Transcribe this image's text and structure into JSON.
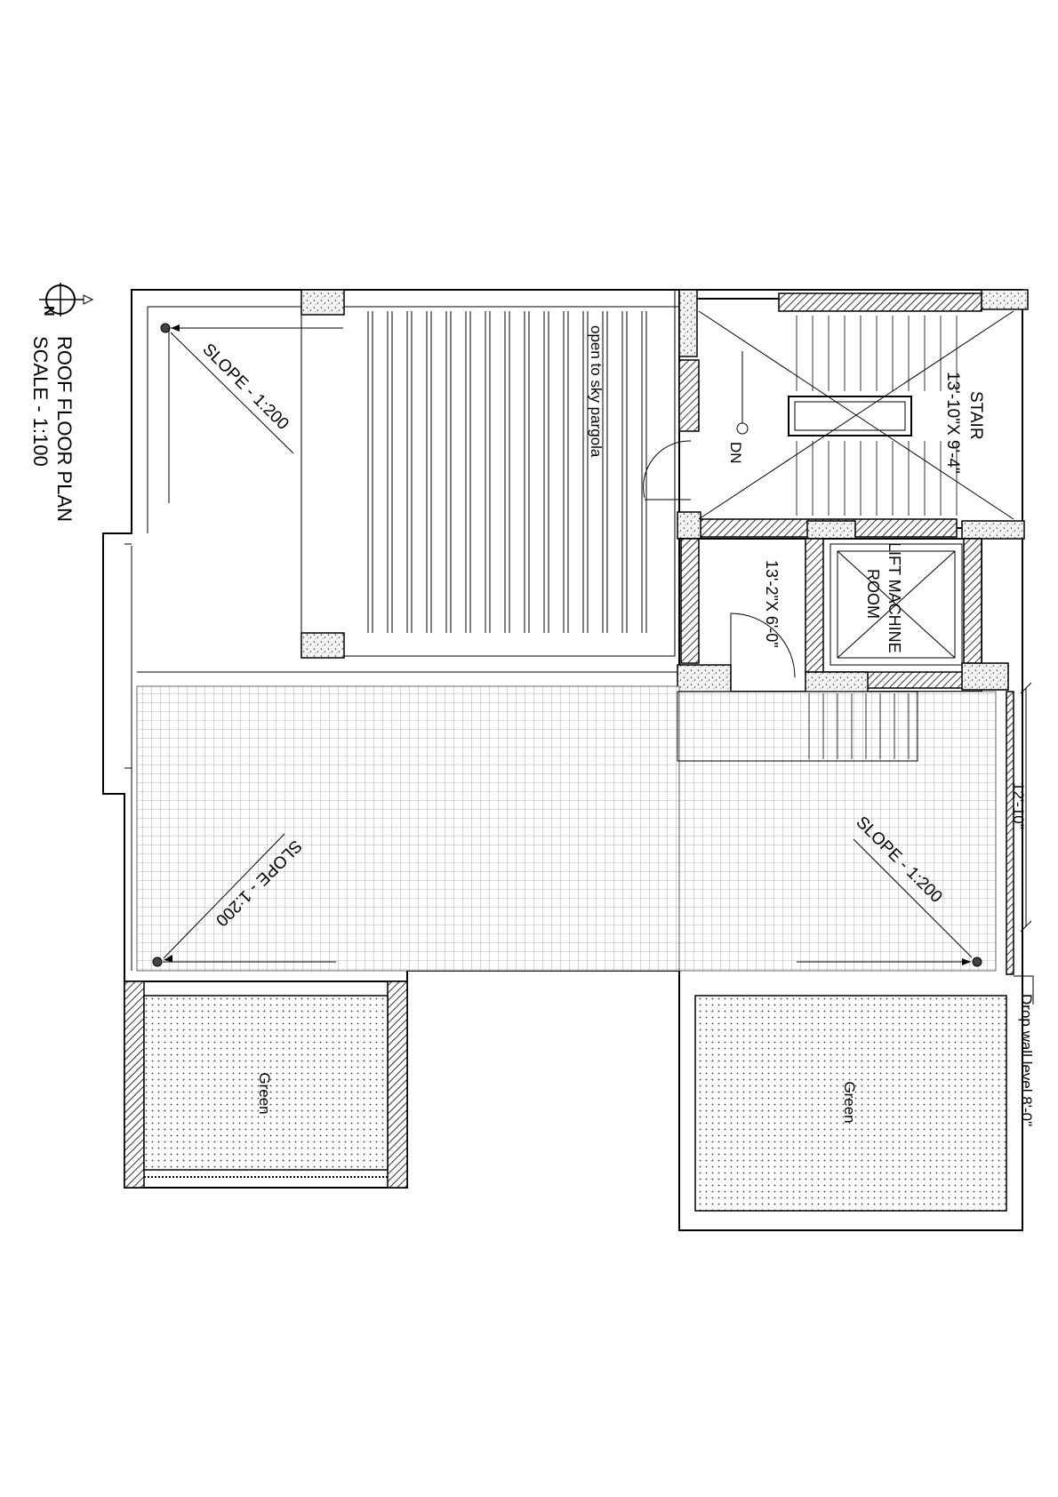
{
  "drawing": {
    "title": "ROOF FLOOR PLAN",
    "scale": "SCALE - 1:100",
    "north_mark": "N"
  },
  "labels": {
    "slope_top_left": "SLOPE - 1:200",
    "slope_bottom_left": "SLOPE - 1:200",
    "slope_bottom_right": "SLOPE - 1:200",
    "pergola": "open to sky pargola",
    "stair_name": "STAIR",
    "stair_size": "13'-10\"X 9'-4\"",
    "dn": "DN",
    "lift_line1": "LIFT MACHINE",
    "lift_line2": "ROOM",
    "lift_size": "13'-2\"X 6'-0\"",
    "dimension": "12'-10\"",
    "drop_wall": "Drop wall level 8'-0\"",
    "green_left": "Green",
    "green_right": "Green"
  }
}
